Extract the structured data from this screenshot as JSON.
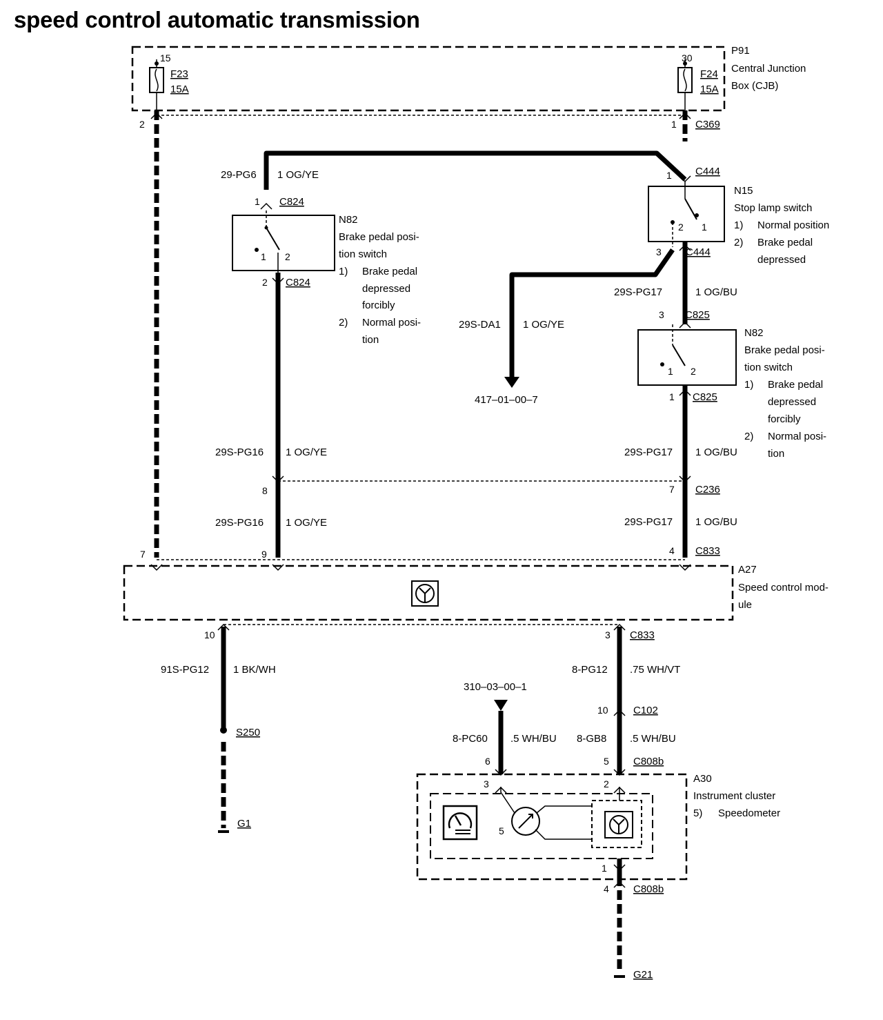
{
  "title": "speed control automatic transmission",
  "components": {
    "cjb": {
      "id": "P91",
      "line1": "Central Junction",
      "line2": "Box (CJB)"
    },
    "fuse_left": {
      "circuit": "15",
      "name": "F23",
      "rating": "15A"
    },
    "fuse_right": {
      "circuit": "30",
      "name": "F24",
      "rating": "15A"
    },
    "n15": {
      "id": "N15",
      "name": "Stop lamp switch",
      "item1_num": "1)",
      "item1": "Normal position",
      "item2_num": "2)",
      "item2_a": "Brake pedal",
      "item2_b": "depressed"
    },
    "n82_left": {
      "id": "N82",
      "name_a": "Brake pedal posi-",
      "name_b": "tion switch",
      "item1_num": "1)",
      "item1_a": "Brake pedal",
      "item1_b": "depressed",
      "item1_c": "forcibly",
      "item2_num": "2)",
      "item2_a": "Normal posi-",
      "item2_b": "tion"
    },
    "n82_right": {
      "id": "N82",
      "name_a": "Brake pedal posi-",
      "name_b": "tion switch",
      "item1_num": "1)",
      "item1_a": "Brake pedal",
      "item1_b": "depressed",
      "item1_c": "forcibly",
      "item2_num": "2)",
      "item2_a": "Normal posi-",
      "item2_b": "tion"
    },
    "a27": {
      "id": "A27",
      "name_a": "Speed control mod-",
      "name_b": "ule"
    },
    "a30": {
      "id": "A30",
      "name": "Instrument cluster",
      "item_num": "5)",
      "item": "Speedometer"
    }
  },
  "connectors": {
    "c369": "C369",
    "c444_top": "C444",
    "c444_bottom": "C444",
    "c824_top": "C824",
    "c824_bottom": "C824",
    "c825_top": "C825",
    "c825_bottom": "C825",
    "c236": "C236",
    "c833_top": "C833",
    "c833_bottom": "C833",
    "c102": "C102",
    "c808b_top": "C808b",
    "c808b_bottom": "C808b",
    "s250": "S250",
    "g1": "G1",
    "g21": "G21"
  },
  "pins": {
    "p_2": "2",
    "p_1_c369": "1",
    "p_1_c444": "1",
    "p_1_c824": "1",
    "p_2_c824": "2",
    "p_sw1_1": "1",
    "p_sw1_2": "2",
    "p_sw2_2": "2",
    "p_sw2_1": "1",
    "p_3_c444": "3",
    "p_3_c825": "3",
    "p_sw3_1": "1",
    "p_sw3_2": "2",
    "p_1_c825": "1",
    "p_8": "8",
    "p_7_c236": "7",
    "p_7_a27": "7",
    "p_9": "9",
    "p_4": "4",
    "p_10": "10",
    "p_3_c833": "3",
    "p_10_c102": "10",
    "p_6": "6",
    "p_5": "5",
    "p_3_a30": "3",
    "p_2_a30": "2",
    "p_5_speedo": "5",
    "p_1_a30": "1",
    "p_4_c808b": "4"
  },
  "wires": {
    "w_29pg6": {
      "circuit": "29-PG6",
      "gauge": "1 OG/YE"
    },
    "w_29spg17_a": {
      "circuit": "29S-PG17",
      "gauge": "1 OG/BU"
    },
    "w_29sda1": {
      "circuit": "29S-DA1",
      "gauge": "1  OG/YE"
    },
    "w_29spg16_a": {
      "circuit": "29S-PG16",
      "gauge": "1 OG/YE"
    },
    "w_29spg17_b": {
      "circuit": "29S-PG17",
      "gauge": "1 OG/BU"
    },
    "w_29spg16_b": {
      "circuit": "29S-PG16",
      "gauge": "1 OG/YE"
    },
    "w_29spg17_c": {
      "circuit": "29S-PG17",
      "gauge": "1  OG/BU"
    },
    "w_91spg12": {
      "circuit": "91S-PG12",
      "gauge": "1 BK/WH"
    },
    "w_8pg12": {
      "circuit": "8-PG12",
      "gauge": ".75 WH/VT"
    },
    "w_8pc60": {
      "circuit": "8-PC60",
      "gauge": ".5 WH/BU"
    },
    "w_8gb8": {
      "circuit": "8-GB8",
      "gauge": ".5 WH/BU"
    }
  },
  "references": {
    "ref_417": "417–01–00–7",
    "ref_310": "310–03–00–1"
  }
}
